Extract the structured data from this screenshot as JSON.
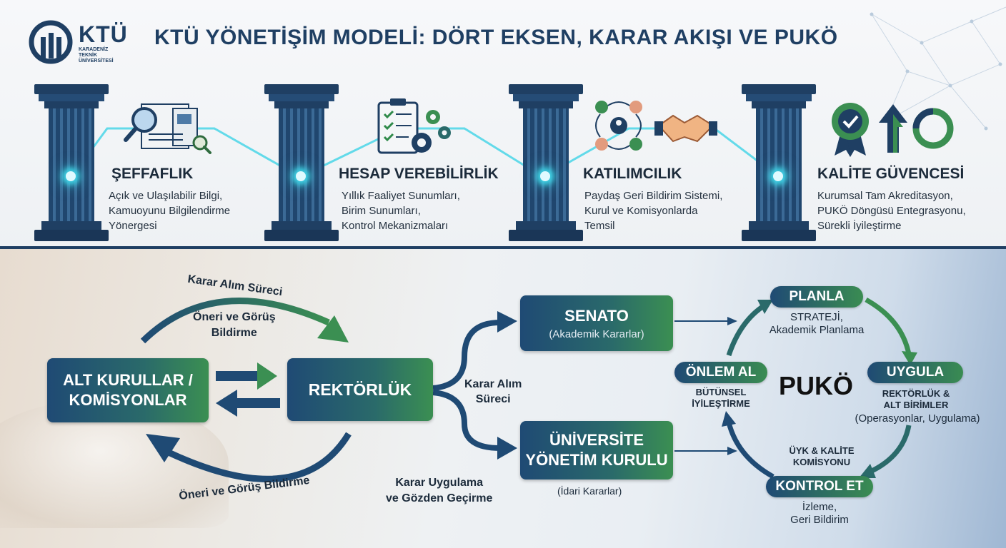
{
  "header": {
    "title": "KTÜ YÖNETİŞİM MODELİ: DÖRT EKSEN, KARAR AKIŞI VE PUKÖ",
    "logo_text": "KTÜ",
    "logo_sub_1": "KARADENİZ TEKNİK",
    "logo_sub_2": "ÜNİVERSİTESİ"
  },
  "pillars": [
    {
      "heading": "ŞEFFAFLIK",
      "lines": [
        "Açık ve Ulaşılabilir Bilgi,",
        "Kamuoyunu Bilgilendirme",
        "Yönergesi"
      ],
      "icon": "document-magnifier-icon"
    },
    {
      "heading": "HESAP VEREBİLİRLİK",
      "lines": [
        "Yıllık Faaliyet Sunumları,",
        "Birim Sunumları,",
        "Kontrol Mekanizmaları"
      ],
      "icon": "checklist-gears-icon"
    },
    {
      "heading": "KATILIMCILIK",
      "lines": [
        "Paydaş Geri Bildirim Sistemi,",
        "Kurul ve Komisyonlarda",
        "Temsil"
      ],
      "icon": "people-handshake-icon"
    },
    {
      "heading": "KALİTE GÜVENCESİ",
      "lines": [
        "Kurumsal Tam Akreditasyon,",
        "PUKÖ Döngüsü Entegrasyonu,",
        "Sürekli İyileştirme"
      ],
      "icon": "badge-arrow-cycle-icon"
    }
  ],
  "flow": {
    "alt_kurullar": [
      "ALT KURULLAR /",
      "KOMİSYONLAR"
    ],
    "rektorluk": "REKTÖRLÜK",
    "senato": "SENATO",
    "senato_sub": "(Akademik Kararlar)",
    "uyk": [
      "ÜNİVERSİTE",
      "YÖNETİM KURULU"
    ],
    "uyk_sub": "(İdari Kararlar)",
    "karar_alim_top": "Karar Alım Süreci",
    "oneri_top": [
      "Öneri ve Görüş",
      "Bildirme"
    ],
    "oneri_bottom": "Öneri ve Görüş Bildirme",
    "karar_alim_mid": [
      "Karar Alım",
      "Süreci"
    ],
    "karar_uygulama": [
      "Karar Uygulama",
      "ve Gözden Geçirme"
    ]
  },
  "puko": {
    "center": "PUKÖ",
    "planla": "PLANLA",
    "planla_sub": [
      "STRATEJİ,",
      "Akademik Planlama"
    ],
    "uygula": "UYGULA",
    "uygula_sub_bold": [
      "REKTÖRLÜK &",
      "ALT BİRİMLER"
    ],
    "uygula_sub": "(Operasyonlar, Uygulama)",
    "kontrol": "KONTROL ET",
    "kontrol_above": [
      "ÜYK & KALİTE",
      "KOMİSYONU"
    ],
    "kontrol_sub": [
      "İzleme,",
      "Geri Bildirim"
    ],
    "onlem": "ÖNLEM AL",
    "onlem_sub": [
      "BÜTÜNSEL",
      "İYİLEŞTİRME"
    ]
  },
  "colors": {
    "navy": "#1f3f63",
    "green": "#3b8f52",
    "teal": "#2a6a6a",
    "glow": "#3fd3e6"
  }
}
